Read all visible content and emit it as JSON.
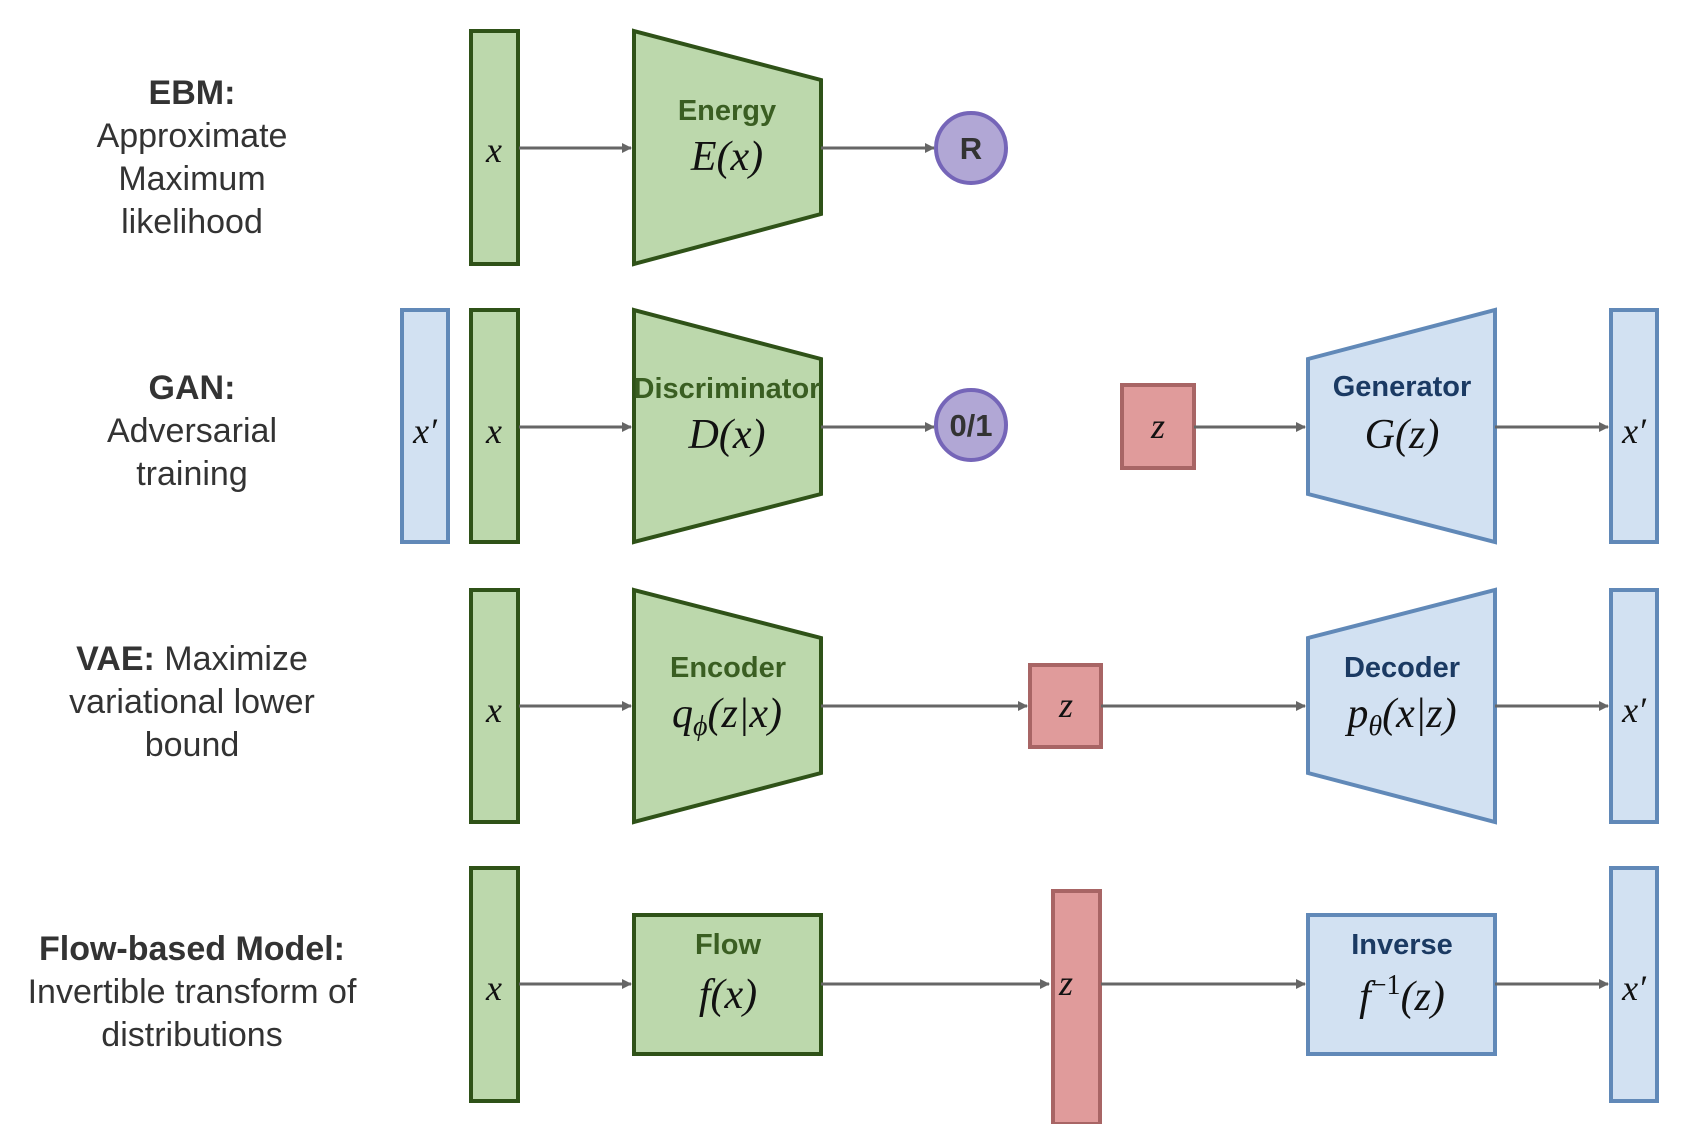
{
  "colors": {
    "green_fill": "#bcd8ac",
    "green_stroke": "#2f5218",
    "green_text": "#3a5e22",
    "blue_fill": "#d2e1f2",
    "blue_stroke": "#6189b8",
    "blue_text": "#1b3a63",
    "red_fill": "#e09b9b",
    "red_stroke": "#a86565",
    "purple_fill": "#b1a7d5",
    "purple_stroke": "#7565b8",
    "arrow": "#666666",
    "label_text": "#333333"
  },
  "rows": [
    {
      "id": "ebm",
      "label_bold": "EBM:",
      "label_lines": [
        "Approximate",
        "Maximum",
        "likelihood"
      ],
      "input": "x",
      "network_title": "Energy",
      "network_func": "E(x)",
      "output": "R"
    },
    {
      "id": "gan",
      "label_bold": "GAN:",
      "label_lines": [
        "Adversarial",
        "training"
      ],
      "fake_input": "x′",
      "input": "x",
      "network_title": "Discriminator",
      "network_func": "D(x)",
      "output": "0/1",
      "latent": "z",
      "generator_title": "Generator",
      "generator_func": "G(z)",
      "generated": "x′"
    },
    {
      "id": "vae",
      "label_bold": "VAE:",
      "label_inline": " Maximize",
      "label_lines": [
        "variational lower",
        "bound"
      ],
      "input": "x",
      "network_title": "Encoder",
      "network_func_main": "q",
      "network_func_sub": "ϕ",
      "network_func_rest": "(z|x)",
      "latent": "z",
      "decoder_title": "Decoder",
      "decoder_func_main": "p",
      "decoder_func_sub": "θ",
      "decoder_func_rest": "(x|z)",
      "generated": "x′"
    },
    {
      "id": "flow",
      "label_bold": "Flow-based Model:",
      "label_lines": [
        "Invertible transform of",
        "distributions"
      ],
      "input": "x",
      "network_title": "Flow",
      "network_func": "f(x)",
      "latent": "z",
      "inverse_title": "Inverse",
      "inverse_func_main": "f",
      "inverse_func_sup": "−1",
      "inverse_func_rest": "(z)",
      "generated": "x′"
    }
  ]
}
